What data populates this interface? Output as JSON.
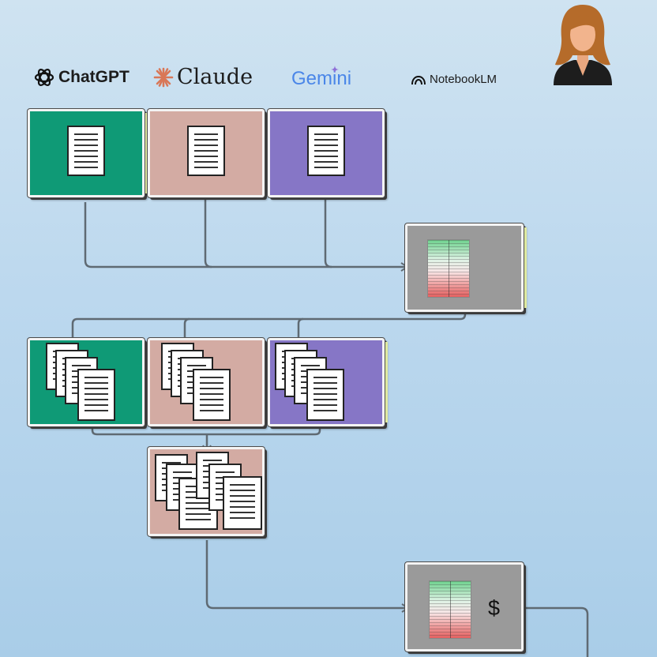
{
  "logos": {
    "chatgpt": "ChatGPT",
    "claude": "Claude",
    "gemini": "Gemini",
    "notebooklm": "NotebookLM"
  },
  "icons": {
    "user": "user-avatar-icon",
    "document": "document-icon",
    "spreadsheet": "spreadsheet-icon"
  },
  "colors": {
    "chatgpt": "#0f9a76",
    "claude": "#d3aba3",
    "gemini": "#8676c6",
    "evaluator": "#9a9a9a",
    "connector": "#5f6a73"
  },
  "cost_symbol": "$"
}
